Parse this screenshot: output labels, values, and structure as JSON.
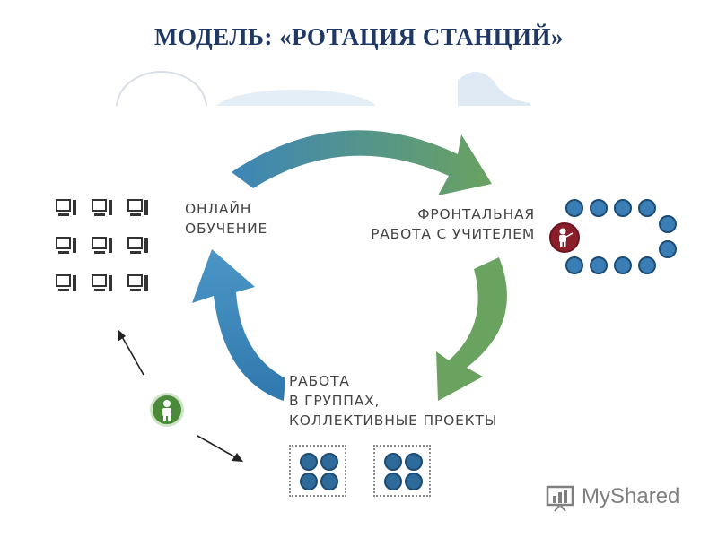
{
  "slide": {
    "title": "МОДЕЛЬ: «РОТАЦИЯ СТАНЦИЙ»"
  },
  "diagram": {
    "stations": {
      "online": "ОНЛАЙН\nОБУЧЕНИЕ",
      "frontal": "ФРОНТАЛЬНАЯ\nРАБОТА С УЧИТЕЛЕМ",
      "groups": "РАБОТА\nВ ГРУППАХ,\nКОЛЛЕКТИВНЫЕ ПРОЕКТЫ"
    },
    "colors": {
      "arrow_blue": "#3d86b8",
      "arrow_green": "#6aa260",
      "seat_blue": "#2e6a9a",
      "teacher_red": "#8a1f2b",
      "tutor_green": "#4b8a3a",
      "title": "#1f3864"
    },
    "icons": [
      "computer-icon",
      "teacher-icon",
      "student-seat-icon",
      "tutor-icon",
      "arrow-icon"
    ]
  },
  "watermark": {
    "logo_text": "MyShared"
  }
}
